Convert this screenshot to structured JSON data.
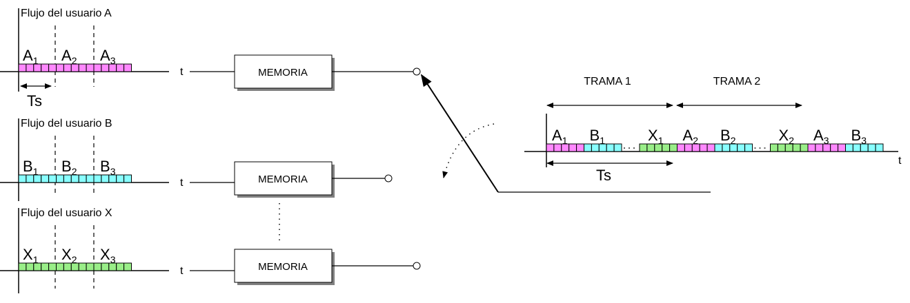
{
  "colors": {
    "A": "#ff88ff",
    "B": "#88ffff",
    "X": "#99ee88",
    "line": "#000000",
    "shadow": "#808080"
  },
  "streams": [
    {
      "title": "Flujo del usuario A",
      "user": "A",
      "slots": [
        {
          "letter": "A",
          "sub": "1"
        },
        {
          "letter": "A",
          "sub": "2"
        },
        {
          "letter": "A",
          "sub": "3"
        }
      ],
      "time_label": "t",
      "period_label": "Ts"
    },
    {
      "title": "Flujo del usuario B",
      "user": "B",
      "slots": [
        {
          "letter": "B",
          "sub": "1"
        },
        {
          "letter": "B",
          "sub": "2"
        },
        {
          "letter": "B",
          "sub": "3"
        }
      ],
      "time_label": "t"
    },
    {
      "title": "Flujo del usuario X",
      "user": "X",
      "slots": [
        {
          "letter": "X",
          "sub": "1"
        },
        {
          "letter": "X",
          "sub": "2"
        },
        {
          "letter": "X",
          "sub": "3"
        }
      ],
      "time_label": "t"
    }
  ],
  "memory_label": "MEMORIA",
  "multiplexed": {
    "frames": [
      "TRAMA 1",
      "TRAMA 2"
    ],
    "period_label": "Ts",
    "time_label": "t",
    "slots": [
      {
        "letter": "A",
        "sub": "1"
      },
      {
        "letter": "B",
        "sub": "1"
      },
      {
        "gap": true
      },
      {
        "letter": "X",
        "sub": "1"
      },
      {
        "letter": "A",
        "sub": "2"
      },
      {
        "letter": "B",
        "sub": "2"
      },
      {
        "gap": true
      },
      {
        "letter": "X",
        "sub": "2"
      },
      {
        "letter": "A",
        "sub": "3"
      },
      {
        "letter": "B",
        "sub": "3"
      }
    ]
  }
}
